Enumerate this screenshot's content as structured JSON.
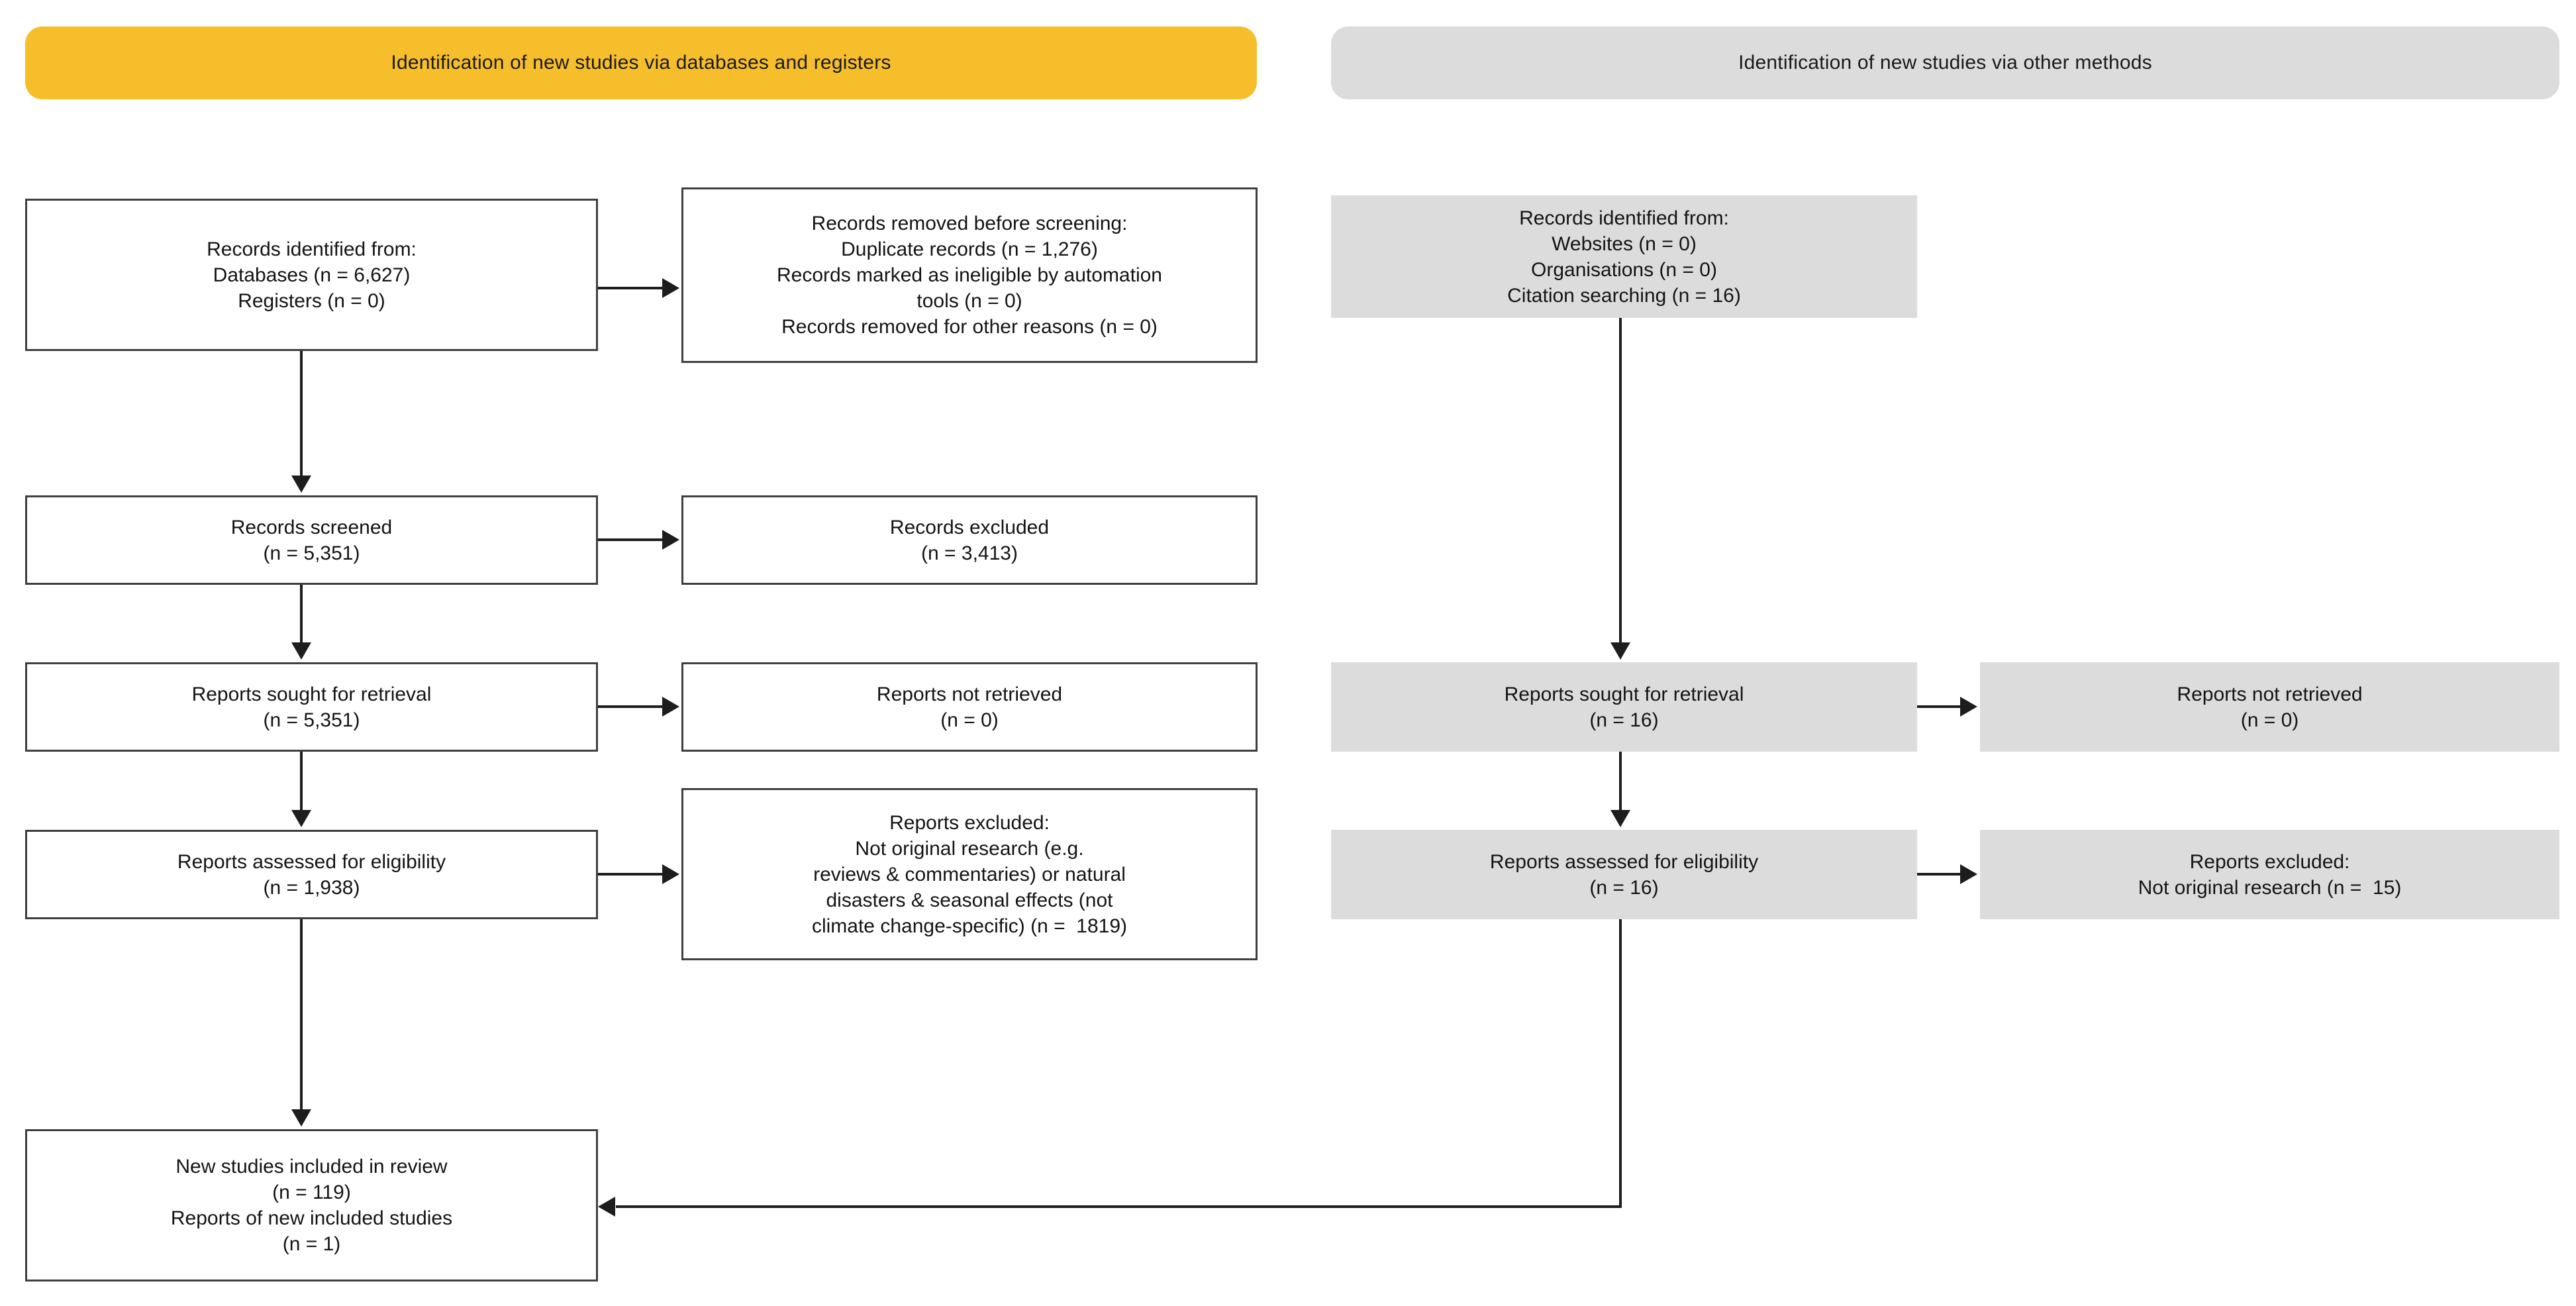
{
  "diagram": {
    "title": "PRISMA flow diagram",
    "colors": {
      "identification_banner": "#F7BE2C",
      "other_methods_banner": "#DCDCDC",
      "gray_box": "#DCDCDC",
      "white_box": "#FFFFFF",
      "box_border": "#3F3F3F",
      "connector": "#1D1D1D",
      "text": "#141414"
    }
  },
  "banners": {
    "databases_registers": "Identification of new studies via databases and registers",
    "other_methods": "Identification of new studies via other methods"
  },
  "left_column": {
    "records_identified": [
      "Records identified from:",
      "Databases (n = 6,627)",
      "Registers (n = 0)"
    ],
    "records_removed": [
      "Records removed before screening:",
      "Duplicate records (n = 1,276)",
      "Records marked as ineligible by automation",
      "tools (n = 0)",
      "Records removed for other reasons (n = 0)"
    ],
    "records_screened": [
      "Records screened",
      "(n = 5,351)"
    ],
    "records_excluded": [
      "Records excluded",
      "(n = 3,413)"
    ],
    "reports_sought": [
      "Reports sought for retrieval",
      "(n = 5,351)"
    ],
    "reports_not_retrieved": [
      "Reports not retrieved",
      "(n = 0)"
    ],
    "reports_assessed": [
      "Reports assessed for eligibility",
      "(n = 1,938)"
    ],
    "reports_excluded": [
      "Reports excluded:",
      "Not original research (e.g.",
      "reviews & commentaries) or natural",
      "disasters & seasonal effects (not",
      "climate change-specific) (n =  1819)"
    ],
    "new_studies_included": [
      "New studies included in review",
      "(n = 119)",
      "Reports of new included studies",
      "(n = 1)"
    ]
  },
  "right_column": {
    "records_identified": [
      "Records identified from:",
      "Websites (n = 0)",
      "Organisations (n = 0)",
      "Citation searching (n = 16)"
    ],
    "reports_sought": [
      "Reports sought for retrieval",
      "(n = 16)"
    ],
    "reports_not_retrieved": [
      "Reports not retrieved",
      "(n = 0)"
    ],
    "reports_assessed": [
      "Reports assessed for eligibility",
      "(n = 16)"
    ],
    "reports_excluded": [
      "Reports excluded:",
      "Not original research (n =  15)"
    ]
  }
}
